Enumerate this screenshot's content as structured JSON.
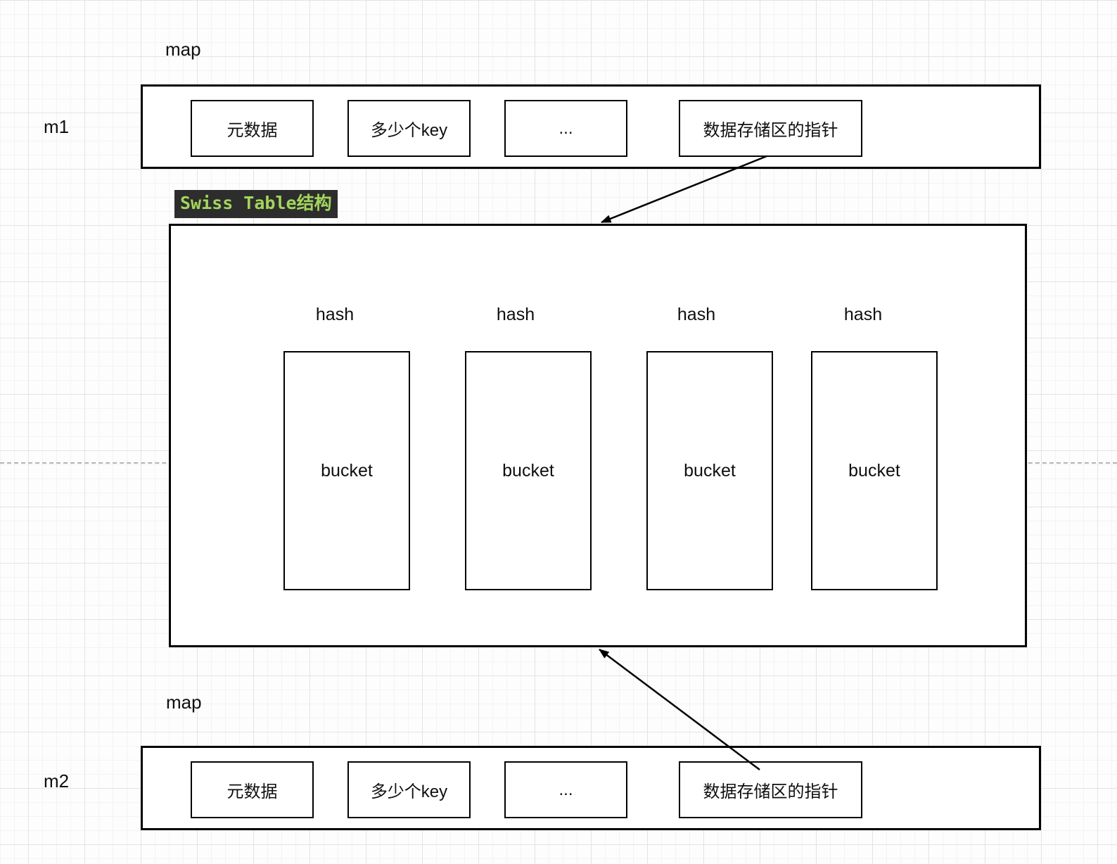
{
  "badge": {
    "text": "Swiss Table结构",
    "bg": "#2d2d2d",
    "fg": "#a3d55c"
  },
  "map_top": {
    "map_label": "map",
    "var_label": "m1",
    "cells": [
      "元数据",
      "多少个key",
      "...",
      "数据存储区的指针"
    ]
  },
  "map_bottom": {
    "map_label": "map",
    "var_label": "m2",
    "cells": [
      "元数据",
      "多少个key",
      "...",
      "数据存储区的指针"
    ]
  },
  "swiss_table": {
    "hash_labels": [
      "hash",
      "hash",
      "hash",
      "hash"
    ],
    "buckets": [
      "bucket",
      "bucket",
      "bucket",
      "bucket"
    ]
  },
  "colors": {
    "stroke": "#000000",
    "dashed_guide": "#b4b4b4",
    "fill": "#ffffff"
  }
}
